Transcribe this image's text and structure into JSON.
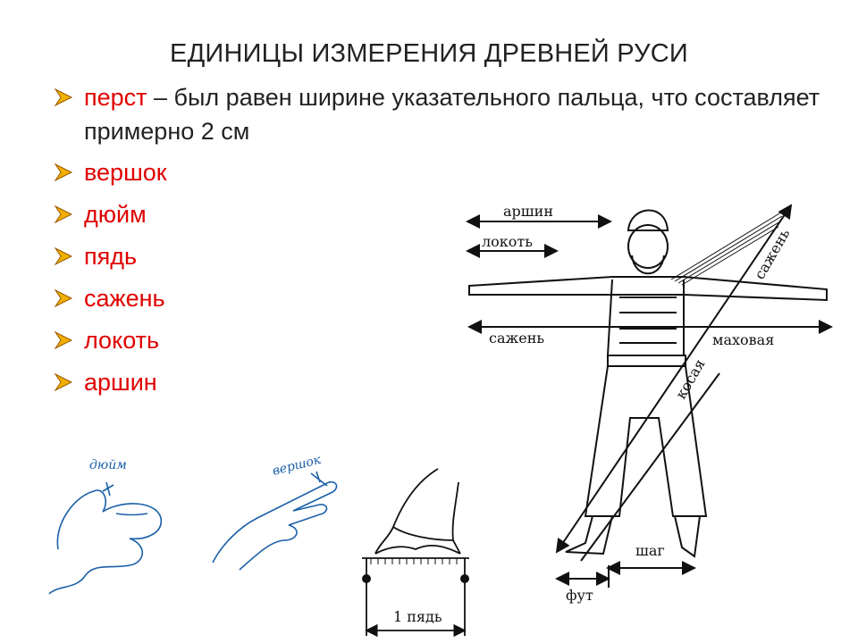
{
  "slide": {
    "title": "ЕДИНИЦЫ ИЗМЕРЕНИЯ ДРЕВНЕЙ РУСИ",
    "bullets": [
      {
        "term": "перст",
        "text": " – был равен ширине указательного пальца, что составляет примерно 2 см"
      },
      {
        "term": "вершок",
        "text": ""
      },
      {
        "term": "дюйм",
        "text": ""
      },
      {
        "term": "пядь",
        "text": ""
      },
      {
        "term": "сажень",
        "text": ""
      },
      {
        "term": "локоть",
        "text": ""
      },
      {
        "term": "аршин",
        "text": ""
      }
    ]
  },
  "figures": {
    "body": {
      "arshin": "аршин",
      "lokot": "локоть",
      "sazhen": "сажень",
      "makhovaya": "маховая",
      "kosaya": "косая",
      "sazhen_diag": "сажень",
      "shag": "шаг",
      "fut": "фут"
    },
    "inch": {
      "label": "дюйм"
    },
    "vershok": {
      "label": "вершок"
    },
    "pyad": {
      "label": "1 пядь"
    }
  },
  "colors": {
    "accent": "#e00000",
    "text": "#222222",
    "bullet": "#e8a000"
  }
}
